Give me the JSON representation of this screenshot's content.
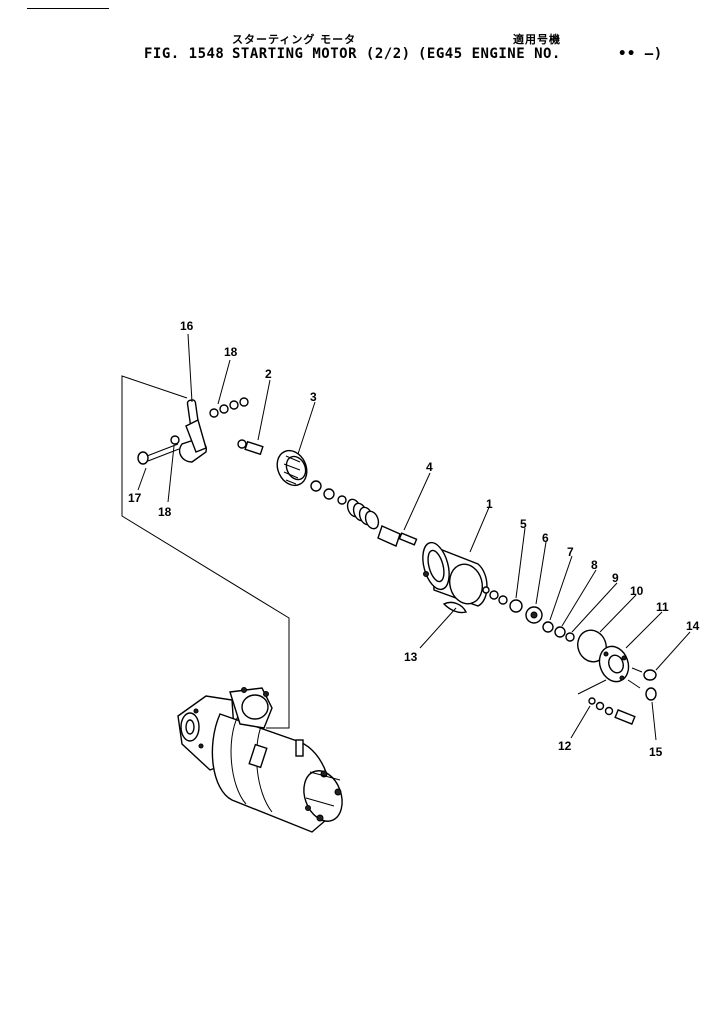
{
  "header": {
    "title_jp": "スターティング モータ",
    "applicable_jp": "適用号機",
    "figure": "FIG. 1548",
    "title": "STARTING MOTOR (2/2)",
    "applicability": "(EG45 ENGINE NO.",
    "serial_range": "•• —)"
  },
  "callouts": [
    "1",
    "2",
    "3",
    "4",
    "5",
    "6",
    "7",
    "8",
    "9",
    "10",
    "11",
    "12",
    "13",
    "14",
    "15",
    "16",
    "17",
    "18",
    "18"
  ]
}
